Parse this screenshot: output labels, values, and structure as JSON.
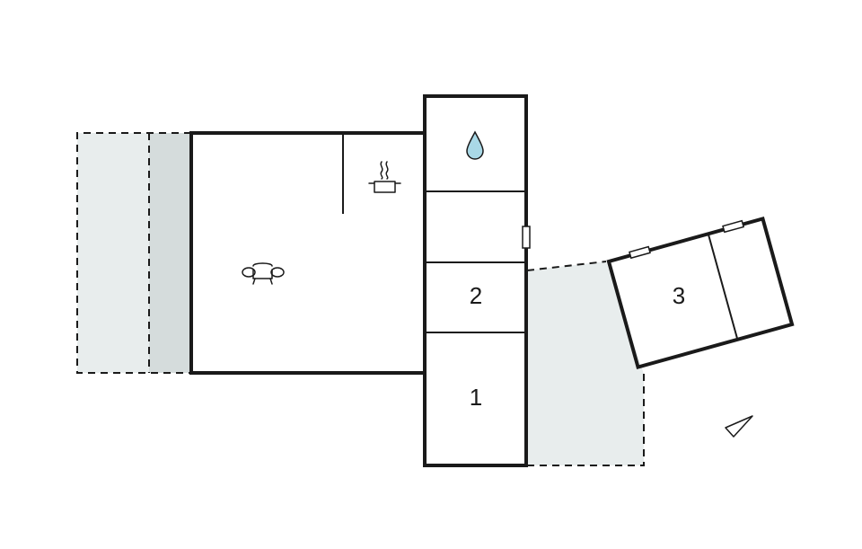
{
  "colors": {
    "wall": "#1a1a1a",
    "terrace_light": "#e8eded",
    "terrace_dark": "#d5dcdc",
    "background": "#ffffff",
    "water_drop": "#a9d8e6"
  },
  "rooms": [
    {
      "id": "bedroom-1",
      "label": "1"
    },
    {
      "id": "bedroom-2",
      "label": "2"
    },
    {
      "id": "bedroom-3",
      "label": "3"
    }
  ],
  "icons": [
    {
      "name": "sofa-icon",
      "room": "living-room"
    },
    {
      "name": "cooking-pot-icon",
      "room": "kitchen"
    },
    {
      "name": "water-drop-icon",
      "room": "bathroom"
    },
    {
      "name": "north-arrow-icon",
      "room": "outside"
    },
    {
      "name": "window-icon",
      "room": "annex"
    }
  ]
}
